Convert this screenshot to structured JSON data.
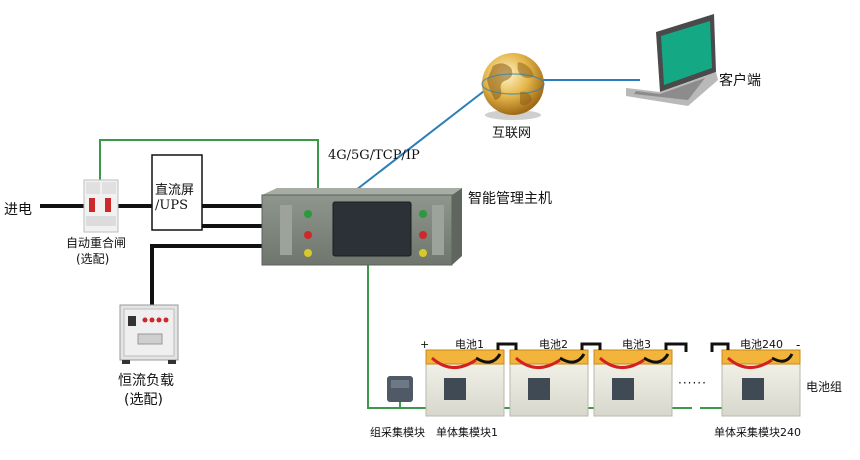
{
  "labels": {
    "client": "客户端",
    "internet": "互联网",
    "protocol": "4G/5G/TCP/IP",
    "host": "智能管理主机",
    "power_in": "进电",
    "recloser_name": "自动重合闸",
    "recloser_opt": "(选配)",
    "dc_panel_l1": "直流屏",
    "dc_panel_l2": "/UPS",
    "load_name": "恒流负载",
    "load_opt": "(选配)",
    "battery_group": "电池组",
    "group_module": "组采集模块",
    "cell_module_1": "单体集模块1",
    "cell_module_240": "单体采集模块240",
    "plus": "+",
    "minus": "-",
    "ellipsis": "······"
  },
  "batteries": [
    {
      "label": "电池1"
    },
    {
      "label": "电池2"
    },
    {
      "label": "电池3"
    },
    {
      "label": "电池240"
    }
  ],
  "colors": {
    "green_wire": "#3a9a4a",
    "blue_link": "#2a7fb8",
    "black_power": "#111111",
    "red_cable": "#d42020",
    "battery_top": "#f2b43a",
    "battery_body": "#e8e8e0",
    "screen": "#2c3138",
    "laptop_screen": "#14a884"
  },
  "icons": [
    "globe-icon",
    "laptop-icon",
    "recloser-icon",
    "load-cabinet-icon",
    "host-device-icon",
    "battery-icon",
    "module-icon"
  ]
}
